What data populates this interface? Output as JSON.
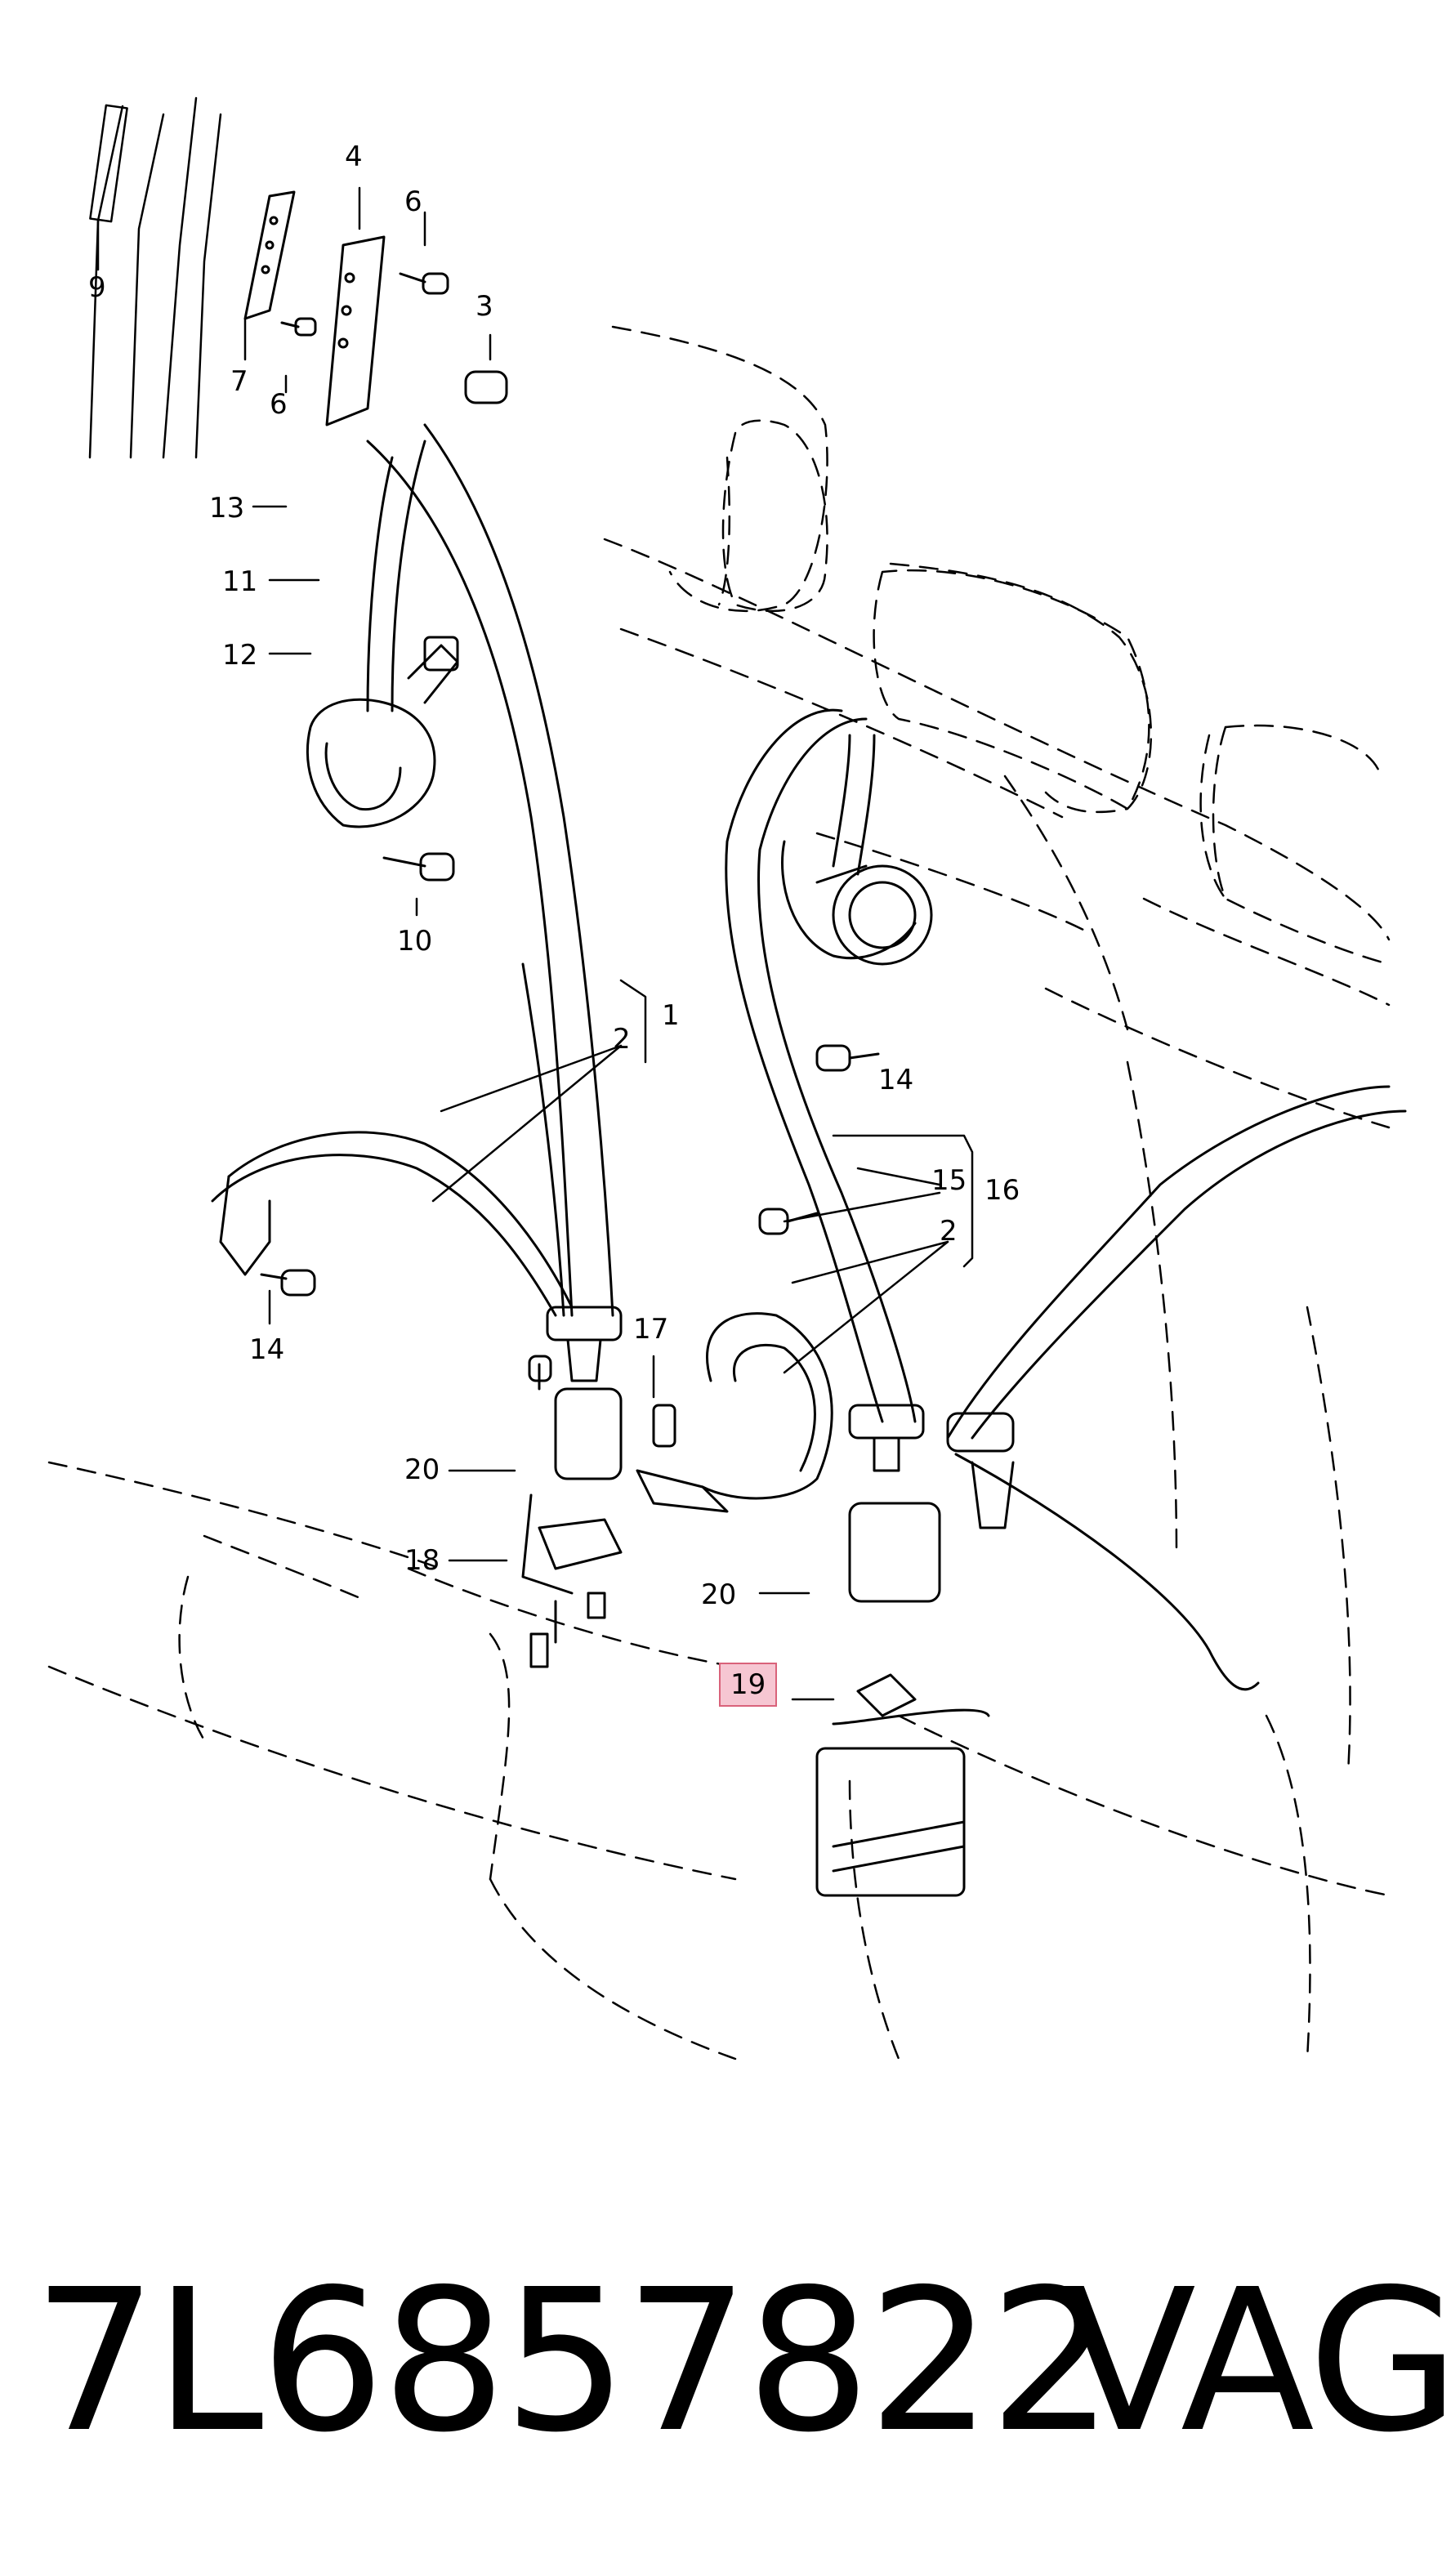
{
  "diagram": {
    "callouts": {
      "c1": "1",
      "c2a": "2",
      "c2b": "2",
      "c3": "3",
      "c4": "4",
      "c6a": "6",
      "c6b": "6",
      "c7": "7",
      "c9": "9",
      "c10": "10",
      "c11": "11",
      "c12": "12",
      "c13": "13",
      "c14a": "14",
      "c14b": "14",
      "c15": "15",
      "c16": "16",
      "c17": "17",
      "c18": "18",
      "c19": "19",
      "c20a": "20",
      "c20b": "20"
    },
    "highlighted_callout": "19",
    "highlight_color": "#f6c6d2",
    "highlight_border": "#d9627a"
  },
  "footer": {
    "part_number": "7L6857822",
    "brand": "VAG"
  }
}
